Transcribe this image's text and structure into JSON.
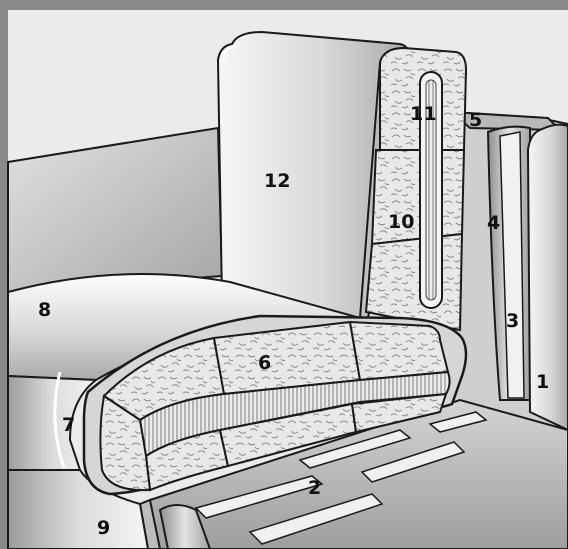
{
  "colors": {
    "frame": "#8a8a8a",
    "upholstery_light": "#f2f2f2",
    "upholstery_mid": "#d2d2d2",
    "upholstery_dark": "#9a9a9a",
    "outline": "#1a1a1a",
    "foam": "#e6e6e6",
    "foam_pattern": "#8c8c8c"
  },
  "diagram": {
    "labels": [
      {
        "id": "1",
        "text": "1"
      },
      {
        "id": "2",
        "text": "2"
      },
      {
        "id": "3",
        "text": "3"
      },
      {
        "id": "4",
        "text": "4"
      },
      {
        "id": "5",
        "text": "5"
      },
      {
        "id": "6",
        "text": "6"
      },
      {
        "id": "7",
        "text": "7"
      },
      {
        "id": "8",
        "text": "8"
      },
      {
        "id": "9",
        "text": "9"
      },
      {
        "id": "10",
        "text": "10"
      },
      {
        "id": "11",
        "text": "11"
      },
      {
        "id": "12",
        "text": "12"
      }
    ]
  }
}
